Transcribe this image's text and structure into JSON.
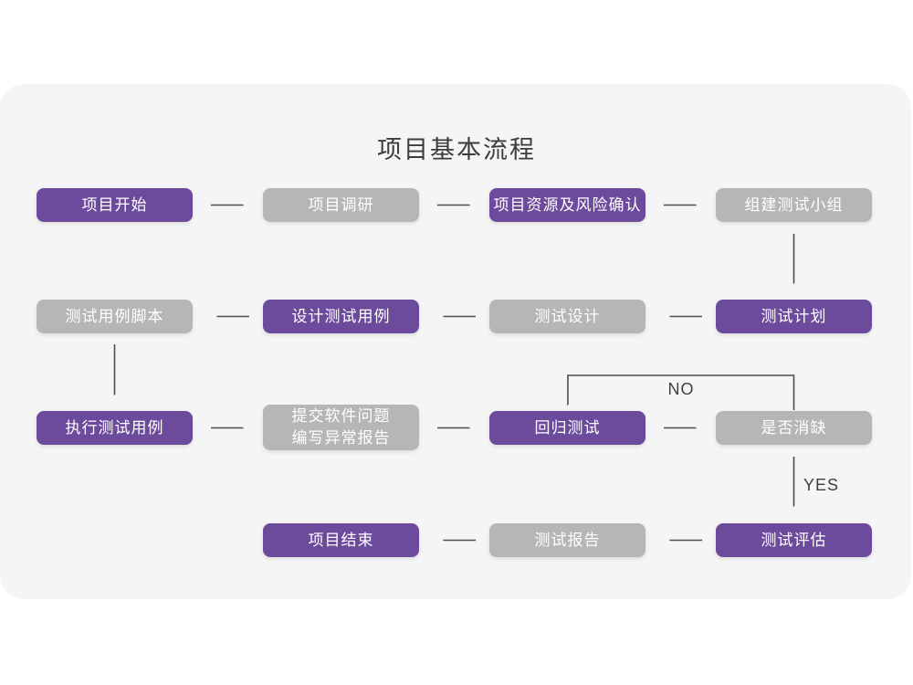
{
  "title": "项目基本流程",
  "edge_labels": {
    "no": "NO",
    "yes": "YES"
  },
  "nodes": {
    "project_start": {
      "label": "项目开始"
    },
    "project_research": {
      "label": "项目调研"
    },
    "resource_risk_confirm": {
      "label": "项目资源及风险确认"
    },
    "build_test_team": {
      "label": "组建测试小组"
    },
    "test_plan": {
      "label": "测试计划"
    },
    "test_design": {
      "label": "测试设计"
    },
    "design_test_cases": {
      "label": "设计测试用例"
    },
    "test_case_scripts": {
      "label": "测试用例脚本"
    },
    "execute_test_cases": {
      "label": "执行测试用例"
    },
    "submit_issues_report": {
      "label": "提交软件问题\n编写异常报告"
    },
    "regression_test": {
      "label": "回归测试"
    },
    "defect_resolved": {
      "label": "是否消缺"
    },
    "test_evaluation": {
      "label": "测试评估"
    },
    "test_report": {
      "label": "测试报告"
    },
    "project_end": {
      "label": "项目结束"
    }
  },
  "colors": {
    "primary_node": "#6c4b9d",
    "secondary_node": "#b6b6b8",
    "card_background": "#f5f5f6",
    "arrow": "#4d4d4d",
    "title_text": "#3c3c3c",
    "node_text": "#ffffff"
  }
}
